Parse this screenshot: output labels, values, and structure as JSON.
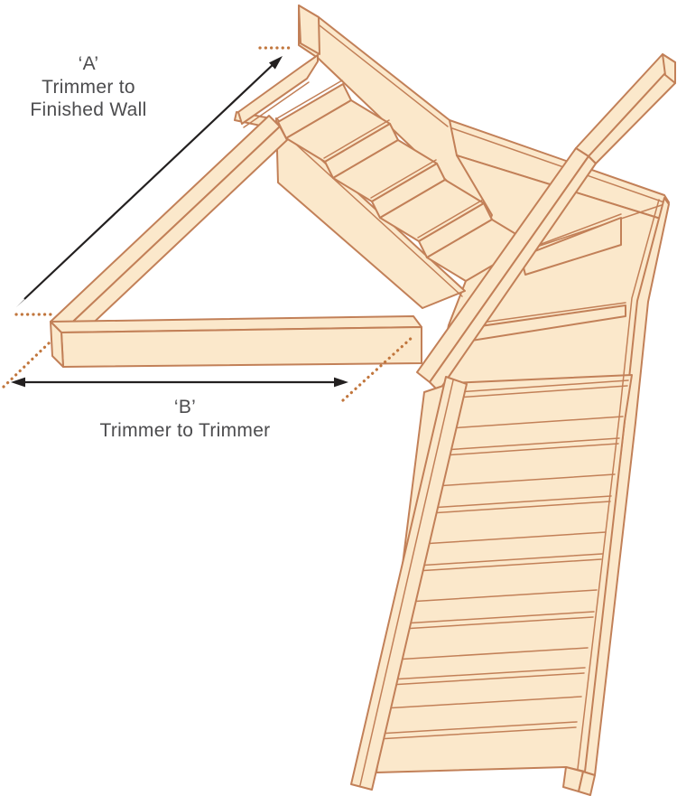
{
  "labels": {
    "dim_a": {
      "symbol": "‘A’",
      "line2": "Trimmer to",
      "line3": "Finished Wall"
    },
    "dim_b": {
      "symbol": "‘B’",
      "line2": "Trimmer to Trimmer"
    }
  },
  "colors": {
    "background": "#FFFFFF",
    "wood_fill": "#FBE8CB",
    "wood_line": "#C28058",
    "dotted_line": "#C1763D",
    "measure_line": "#232020",
    "label_text": "#4C4C4E"
  }
}
